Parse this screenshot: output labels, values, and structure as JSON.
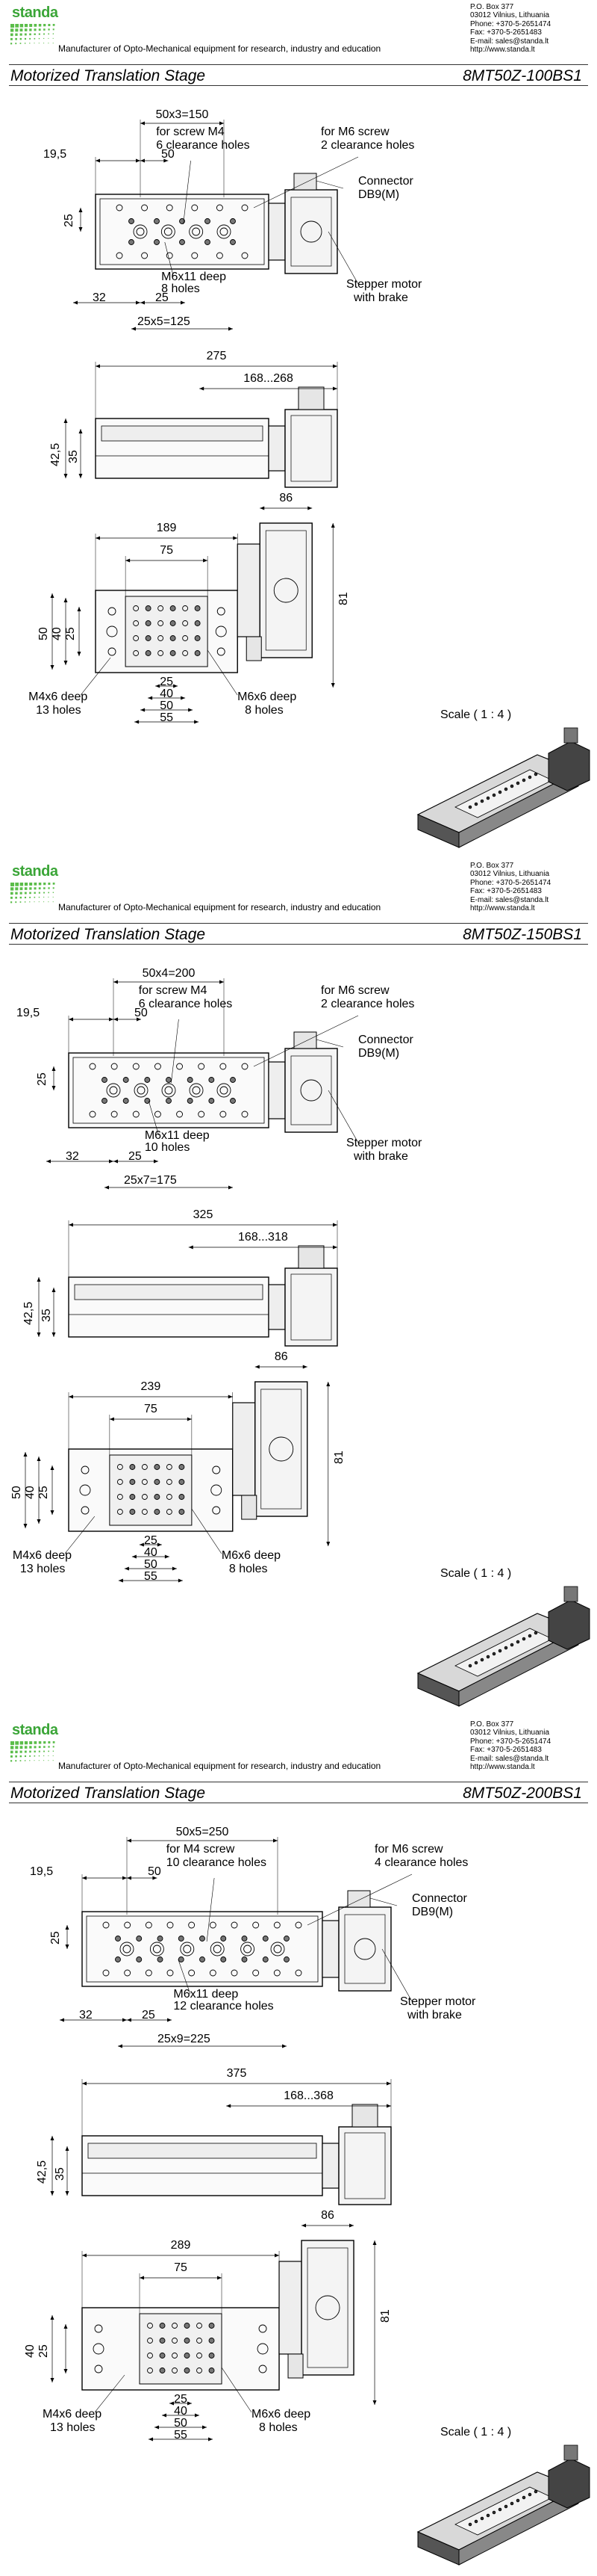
{
  "company": {
    "logo_text": "standa",
    "tagline": "Manufacturer of Opto-Mechanical equipment for research, industry and education",
    "address": [
      "P.O. Box 377",
      "03012 Vilnius, Lithuania",
      "Phone: +370-5-2651474",
      "Fax: +370-5-2651483",
      "E-mail: sales@standa.lt",
      "http://www.standa.lt"
    ]
  },
  "sheets": [
    {
      "title": "Motorized Translation Stage",
      "model": "8MT50Z-100BS1",
      "top_view": {
        "dim_spacing": "50x3=150",
        "dim_offset": "19,5",
        "dim_pitch": "50",
        "dim_height": "25",
        "dim_bottom_a": "32",
        "dim_bottom_b": "25",
        "dim_bottom_total": "25x5=125",
        "m4_note": [
          "for  screw M4",
          "6 clearance holes"
        ],
        "m6_clear_note": [
          "for M6 screw",
          "2 clearance holes"
        ],
        "thread_note": [
          "M6x11 deep",
          "8 holes"
        ],
        "connector": [
          "Connector",
          "DB9(M)"
        ],
        "motor": [
          "Stepper motor",
          "with brake"
        ]
      },
      "side_view": {
        "length": "275",
        "travel": "168...268",
        "h1": "42,5",
        "h2": "35"
      },
      "bottom_view": {
        "width": "189",
        "center": "75",
        "motor_len": "86",
        "total_h": "81",
        "h_dims": [
          "50",
          "40",
          "25"
        ],
        "center_dims": [
          "25",
          "40",
          "50",
          "55"
        ],
        "m4_note": [
          "M4x6 deep",
          "13 holes"
        ],
        "m6_note": [
          "M6x6 deep",
          "8 holes"
        ]
      },
      "scale": "Scale ( 1 : 4 )"
    },
    {
      "title": "Motorized Translation Stage",
      "model": "8MT50Z-150BS1",
      "top_view": {
        "dim_spacing": "50x4=200",
        "dim_offset": "19,5",
        "dim_pitch": "50",
        "dim_height": "25",
        "dim_bottom_a": "32",
        "dim_bottom_b": "25",
        "dim_bottom_total": "25x7=175",
        "m4_note": [
          "for screw M4",
          "6 clearance holes"
        ],
        "m6_clear_note": [
          "for M6 screw",
          "2 clearance holes"
        ],
        "thread_note": [
          "M6x11 deep",
          "10 holes"
        ],
        "connector": [
          "Connector",
          "DB9(M)"
        ],
        "motor": [
          "Stepper motor",
          "with brake"
        ]
      },
      "side_view": {
        "length": "325",
        "travel": "168...318",
        "h1": "42,5",
        "h2": "35"
      },
      "bottom_view": {
        "width": "239",
        "center": "75",
        "motor_len": "86",
        "total_h": "81",
        "h_dims": [
          "50",
          "40",
          "25"
        ],
        "center_dims": [
          "25",
          "40",
          "50",
          "55"
        ],
        "m4_note": [
          "M4x6 deep",
          "13 holes"
        ],
        "m6_note": [
          "M6x6 deep",
          "8 holes"
        ]
      },
      "scale": "Scale ( 1 : 4 )"
    },
    {
      "title": "Motorized Translation Stage",
      "model": "8MT50Z-200BS1",
      "top_view": {
        "dim_spacing": "50x5=250",
        "dim_offset": "19,5",
        "dim_pitch": "50",
        "dim_height": "25",
        "dim_bottom_a": "32",
        "dim_bottom_b": "25",
        "dim_bottom_total": "25x9=225",
        "m4_note": [
          "for M4 screw",
          "10 clearance holes"
        ],
        "m6_clear_note": [
          "for M6 screw",
          "4 clearance holes"
        ],
        "thread_note": [
          "M6x11 deep",
          "12 clearance holes"
        ],
        "connector": [
          "Connector",
          "DB9(M)"
        ],
        "motor": [
          "Stepper motor",
          "with brake"
        ]
      },
      "side_view": {
        "length": "375",
        "travel": "168...368",
        "h1": "42,5",
        "h2": "35"
      },
      "bottom_view": {
        "width": "289",
        "center": "75",
        "motor_len": "86",
        "total_h": "81",
        "h_dims": [
          "40",
          "25"
        ],
        "center_dims": [
          "25",
          "40",
          "50",
          "55"
        ],
        "m4_note": [
          "M4x6 deep",
          "13 holes"
        ],
        "m6_note": [
          "M6x6 deep",
          "8 holes"
        ]
      },
      "scale": "Scale ( 1 : 4 )"
    }
  ]
}
